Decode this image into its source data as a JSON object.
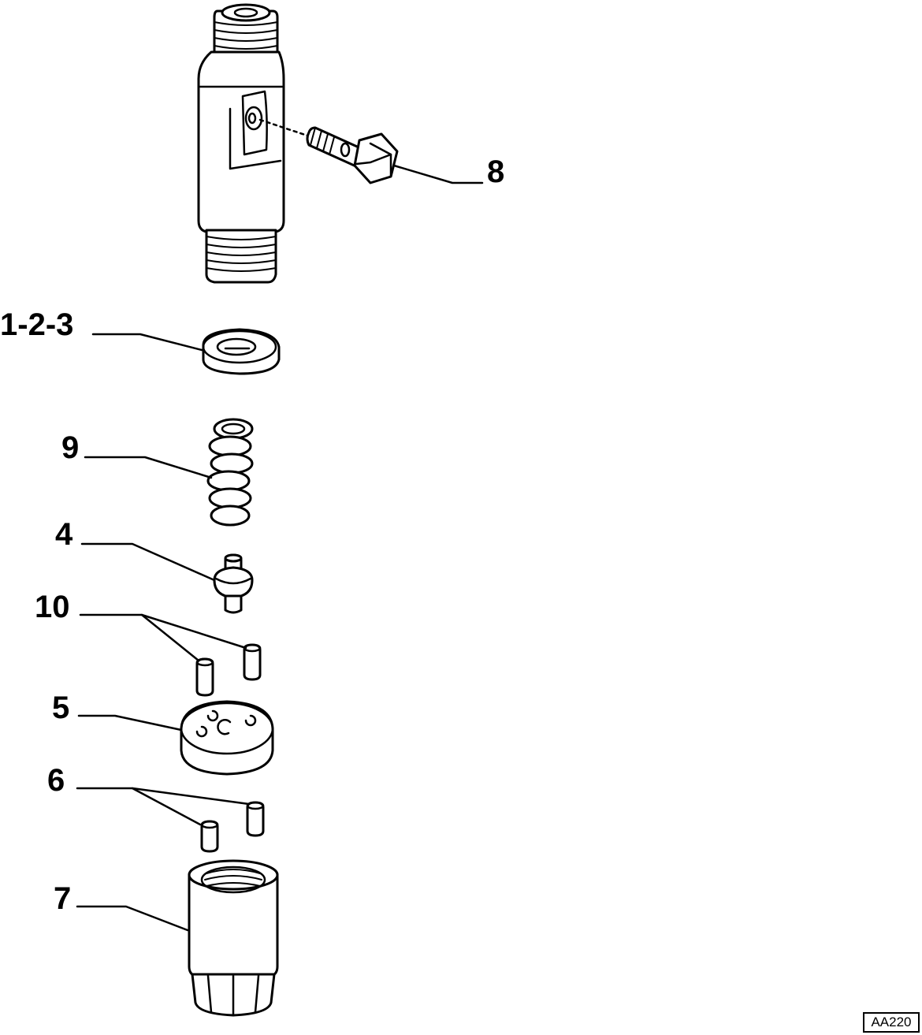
{
  "diagram": {
    "reference_code": "AA220",
    "callouts": [
      {
        "id": "8",
        "label": "8"
      },
      {
        "id": "1-2-3",
        "label": "1-2-3"
      },
      {
        "id": "9",
        "label": "9"
      },
      {
        "id": "4",
        "label": "4"
      },
      {
        "id": "10",
        "label": "10"
      },
      {
        "id": "5",
        "label": "5"
      },
      {
        "id": "6",
        "label": "6"
      },
      {
        "id": "7",
        "label": "7"
      }
    ]
  }
}
